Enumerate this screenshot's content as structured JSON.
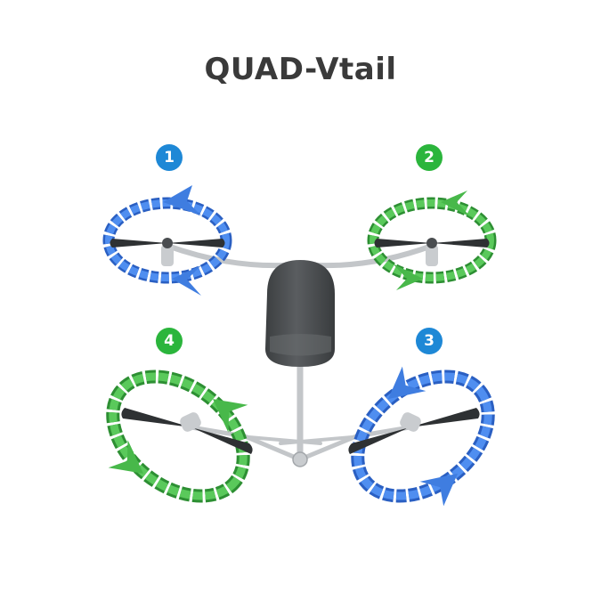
{
  "title": "QUAD-Vtail",
  "colors": {
    "blue": "#1e88d6",
    "green": "#2bb53c",
    "ring_blue": "#3f7de0",
    "ring_green": "#48b84a",
    "body": "#474a4c",
    "arm": "#c9cccf",
    "propeller": "#2e3133"
  },
  "motors": [
    {
      "number": "1",
      "position": "front-left",
      "color": "blue"
    },
    {
      "number": "2",
      "position": "front-right",
      "color": "green"
    },
    {
      "number": "3",
      "position": "rear-right",
      "color": "blue"
    },
    {
      "number": "4",
      "position": "rear-left",
      "color": "green"
    }
  ]
}
